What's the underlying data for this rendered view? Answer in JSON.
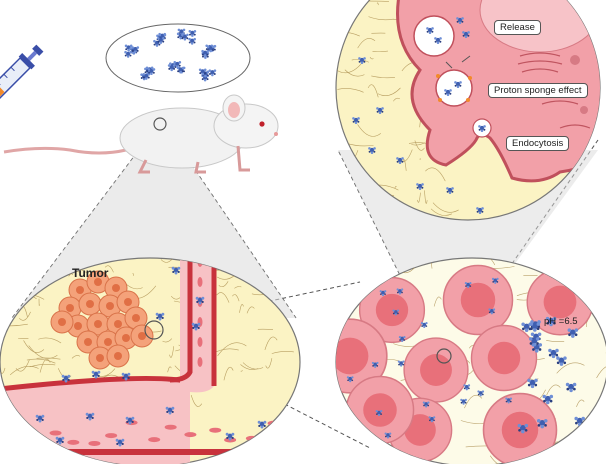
{
  "labels": {
    "tumor": "Tumor",
    "release": "Release",
    "proton_sponge": "Proton sponge effect",
    "endocytosis": "Endocytosis",
    "ph": "pH =6.5"
  },
  "colors": {
    "cell_pink": "#f2a0a8",
    "cell_nucleus": "#e8707a",
    "tumor_orange": "#f4a27a",
    "matrix_yellow": "#fbf3c4",
    "vessel_red": "#c8323c",
    "vessel_fill": "#f7c2c5",
    "nanoparticle_blue": "#3f5fb0",
    "background": "#ffffff"
  },
  "icons": [
    "syringe-icon",
    "mouse-icon",
    "nanoparticle-icon",
    "vesicle-icon",
    "tumor-cell-icon"
  ]
}
